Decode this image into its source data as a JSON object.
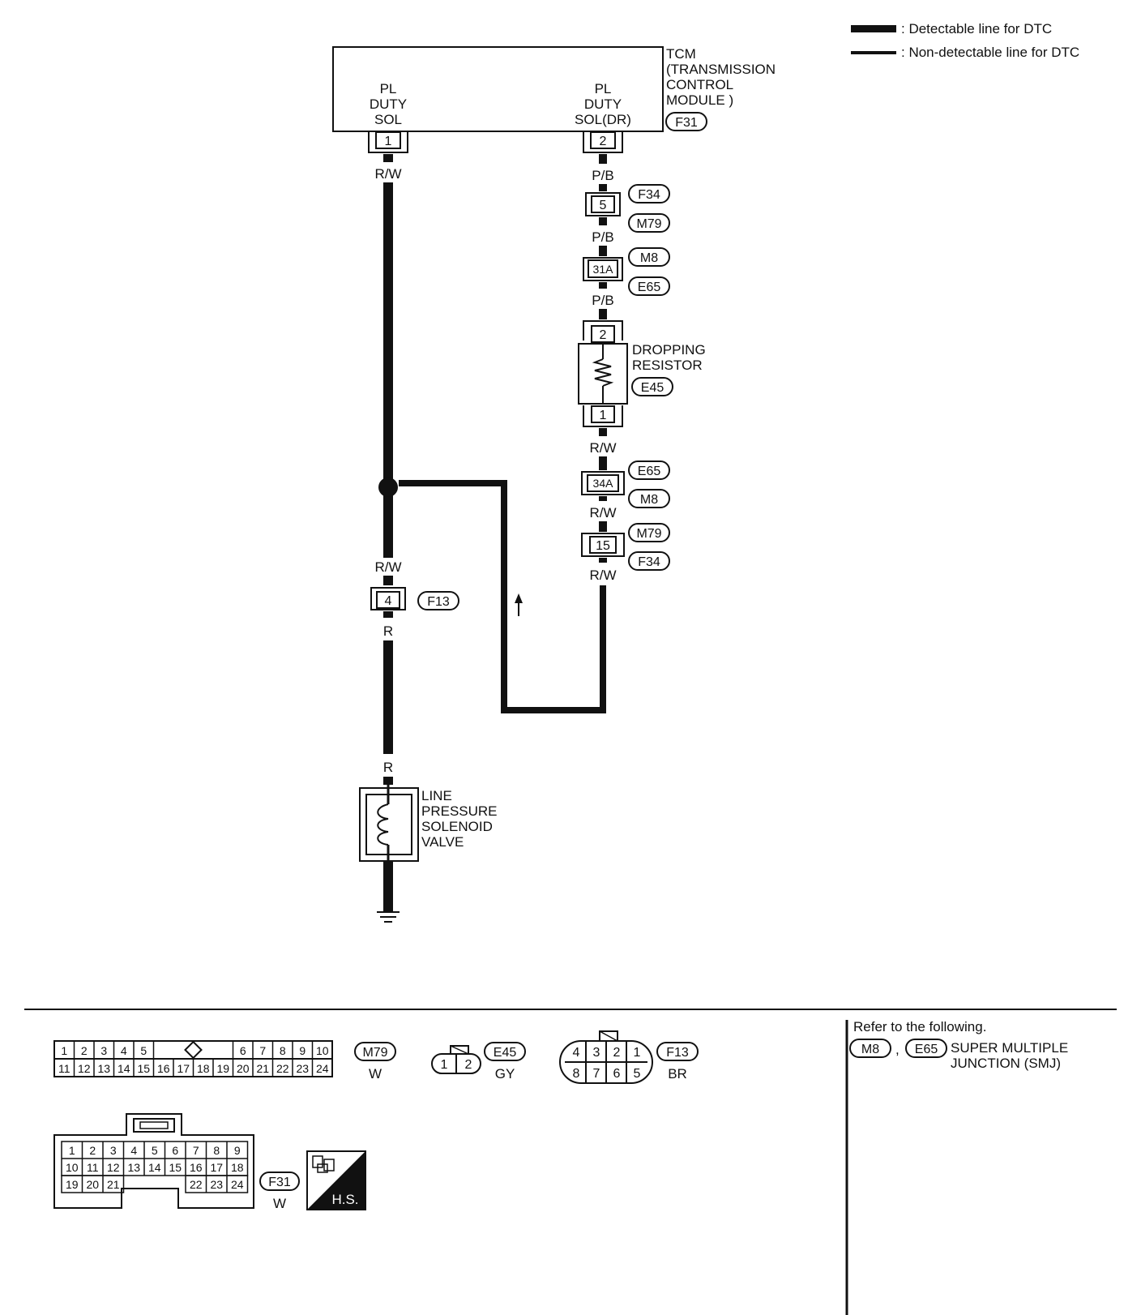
{
  "legend": {
    "detectable": ": Detectable line for DTC",
    "non_detectable": ": Non-detectable line for DTC"
  },
  "tcm": {
    "title": [
      "TCM",
      "(TRANSMISSION",
      "CONTROL",
      "MODULE )"
    ],
    "connector": "F31",
    "pl_duty_sol": [
      "PL",
      "DUTY",
      "SOL"
    ],
    "pl_duty_sol_dr": [
      "PL",
      "DUTY",
      "SOL(DR)"
    ],
    "pin_sol": "1",
    "pin_sol_dr": "2"
  },
  "right_branch": {
    "wire_pb_1": "P/B",
    "wire_pb_2": "P/B",
    "wire_pb_3": "P/B",
    "conn1_pin": "5",
    "conn1_top": "F34",
    "conn1_bottom": "M79",
    "conn2_pin": "31A",
    "conn2_top": "M8",
    "conn2_bottom": "E65",
    "resistor_pin_top": "2",
    "resistor_pin_bottom": "1",
    "resistor_label": [
      "DROPPING",
      "RESISTOR"
    ],
    "resistor_conn": "E45",
    "wire_rw_1": "R/W",
    "conn3_pin": "34A",
    "conn3_top": "E65",
    "conn3_bottom": "M8",
    "wire_rw_2": "R/W",
    "conn4_pin": "15",
    "conn4_top": "M79",
    "conn4_bottom": "F34",
    "wire_rw_3": "R/W"
  },
  "left_branch": {
    "wire_rw_top": "R/W",
    "wire_rw_mid": "R/W",
    "conn_pin": "4",
    "conn_id": "F13",
    "wire_r_1": "R",
    "wire_r_2": "R",
    "solenoid_label": [
      "LINE",
      "PRESSURE",
      "SOLENOID",
      "VALVE"
    ]
  },
  "connectors_panel": {
    "m79": {
      "id": "M79",
      "color": "W",
      "row1": [
        "1",
        "2",
        "3",
        "4",
        "5",
        "6",
        "7",
        "8",
        "9",
        "10"
      ],
      "row2": [
        "11",
        "12",
        "13",
        "14",
        "15",
        "16",
        "17",
        "18",
        "19",
        "20",
        "21",
        "22",
        "23",
        "24"
      ]
    },
    "e45": {
      "id": "E45",
      "color": "GY",
      "pins": [
        "1",
        "2"
      ]
    },
    "f13": {
      "id": "F13",
      "color": "BR",
      "row1": [
        "4",
        "3",
        "2",
        "1"
      ],
      "row2": [
        "8",
        "7",
        "6",
        "5"
      ]
    },
    "f31": {
      "id": "F31",
      "color": "W",
      "row1": [
        "1",
        "2",
        "3",
        "4",
        "5",
        "6",
        "7",
        "8",
        "9"
      ],
      "row2": [
        "10",
        "11",
        "12",
        "13",
        "14",
        "15",
        "16",
        "17",
        "18"
      ],
      "row3a": [
        "19",
        "20",
        "21"
      ],
      "row3b": [
        "22",
        "23",
        "24"
      ]
    },
    "hs_label": "H.S."
  },
  "refer": {
    "title": "Refer to the following.",
    "conn_a": "M8",
    "separator": ",",
    "conn_b": "E65",
    "desc_1": "SUPER MULTIPLE",
    "desc_2": "JUNCTION (SMJ)"
  }
}
